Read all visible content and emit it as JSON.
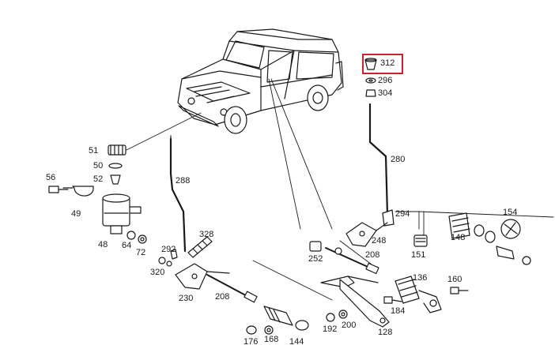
{
  "diagram": {
    "labels": {
      "p51": "51",
      "p50": "50",
      "p52": "52",
      "p56": "56",
      "p49": "49",
      "p48": "48",
      "p64": "64",
      "p72": "72",
      "p288": "288",
      "p292": "292",
      "p328": "328",
      "p320": "320",
      "p230": "230",
      "p208a": "208",
      "p176": "176",
      "p168": "168",
      "p144": "144",
      "p312": "312",
      "p296": "296",
      "p304": "304",
      "p280": "280",
      "p294": "294",
      "p248": "248",
      "p252": "252",
      "p208b": "208",
      "p136": "136",
      "p184": "184",
      "p192": "192",
      "p200": "200",
      "p128": "128",
      "p148": "148",
      "p151": "151",
      "p154": "154",
      "p160": "160"
    },
    "highlight_color": "#d0202a"
  }
}
